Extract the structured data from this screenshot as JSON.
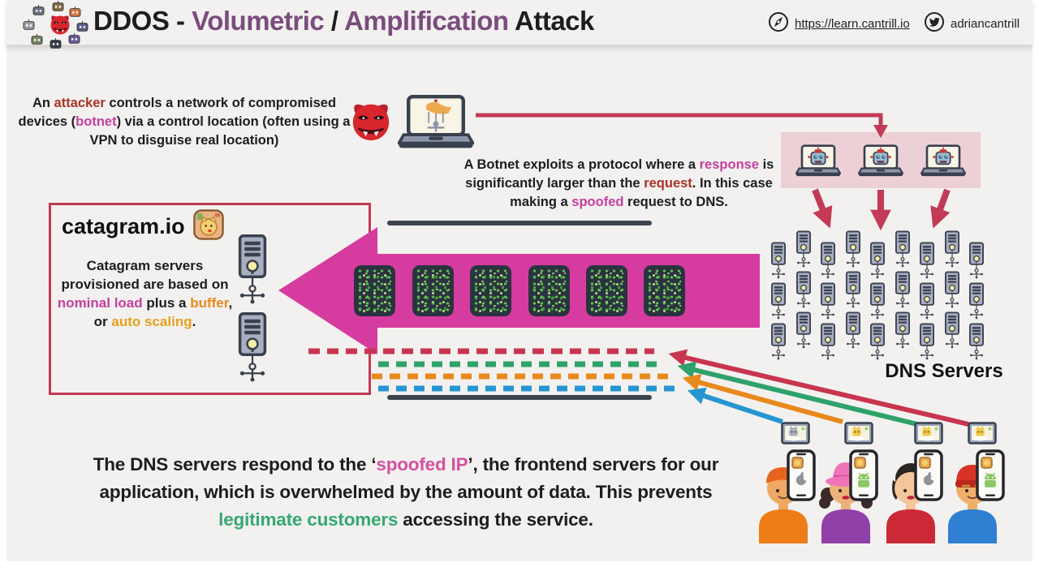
{
  "colors": {
    "slide_bg": "#f2f1ef",
    "ink": "#1d1d1f",
    "purple": "#7b4c7e",
    "crimson": "#c23a55",
    "pink": "#d63c9f",
    "pink_text": "#c43fa0",
    "red_text": "#a93226",
    "orange_text": "#e8891d",
    "green_text": "#35a873",
    "dash_red": "#c8354f",
    "dash_green": "#2ea269",
    "dash_orange": "#e8891d",
    "dash_blue": "#2596d1",
    "dark_bar": "#3d4450",
    "botnet_box": "#ecd0d6",
    "packet_bg": "#2b3240"
  },
  "header": {
    "title_segments": [
      {
        "text": "DDOS - ",
        "color": "#1d1d1f"
      },
      {
        "text": "Volumetric",
        "color": "#7b4c7e"
      },
      {
        "text": " / ",
        "color": "#1d1d1f"
      },
      {
        "text": "Amplification",
        "color": "#7b4c7e"
      },
      {
        "text": " Attack",
        "color": "#1d1d1f"
      }
    ],
    "site_link": "https://learn.cantrill.io",
    "twitter_handle": "adriancantrill",
    "icon_cluster": {
      "center": "devil-icon",
      "satellite_robot_icons": 8
    }
  },
  "notes": {
    "attacker": [
      {
        "text": "An "
      },
      {
        "text": "attacker",
        "color": "#a93226"
      },
      {
        "text": " controls a network of compromised devices ("
      },
      {
        "text": "botnet",
        "color": "#c43fa0"
      },
      {
        "text": ") via a control location (often using a VPN to disguise real location)"
      }
    ],
    "botnet": [
      {
        "text": "A Botnet exploits a protocol where a "
      },
      {
        "text": "response",
        "color": "#c43fa0"
      },
      {
        "text": " is significantly larger than the "
      },
      {
        "text": "request",
        "color": "#a93226"
      },
      {
        "text": ". In this case making a "
      },
      {
        "text": "spoofed",
        "color": "#c43fa0"
      },
      {
        "text": " request to DNS."
      }
    ],
    "catagram": [
      {
        "text": "Catagram servers provisioned are based on "
      },
      {
        "text": "nominal load",
        "color": "#c43fa0"
      },
      {
        "text": " plus a "
      },
      {
        "text": "buffer",
        "color": "#e8891d"
      },
      {
        "text": ", or "
      },
      {
        "text": "auto scaling",
        "color": "#e8a01d"
      },
      {
        "text": "."
      }
    ],
    "conclusion": [
      {
        "text": "The DNS servers respond to the ‘"
      },
      {
        "text": "spoofed IP",
        "color": "#d6519f"
      },
      {
        "text": "’, the frontend servers for our application, which is overwhelmed by the amount of data. This prevents "
      },
      {
        "text": "legitimate customers",
        "color": "#35a873"
      },
      {
        "text": " accessing the service."
      }
    ]
  },
  "labels": {
    "catagram_title": "catagram.io",
    "dns_servers": "DNS Servers"
  },
  "diagram": {
    "dns_grid": {
      "columns": 9,
      "rows": 3
    },
    "packet_blocks": 6,
    "botnet_laptops": 3,
    "frontend_servers": 2,
    "customer_screens": [
      {
        "cat": "#aab0bd"
      },
      {
        "cat": "#f2c94c"
      },
      {
        "cat": "#f2c94c"
      },
      {
        "cat": "#f2c94c"
      }
    ],
    "customers": [
      {
        "skin": "#f0a964",
        "shirt": "#ee7d18",
        "hat": "cap",
        "hat_color": "#e8641d",
        "phone_os": "apple"
      },
      {
        "skin": "#edb27c",
        "shirt": "#9040a8",
        "hat": "sunhat",
        "hat_color": "#ef74b8",
        "hair": "#3a2a28",
        "lips": "#c22233",
        "phone_os": "android"
      },
      {
        "skin": "#f3c79a",
        "shirt": "#cc2936",
        "hat": "bob",
        "hair": "#2b2523",
        "lips": "#c22233",
        "phone_os": "apple"
      },
      {
        "skin": "#f0b06a",
        "shirt": "#2f7fd3",
        "hat": "beanie",
        "hat_color": "#d93327",
        "phone_os": "android"
      }
    ]
  }
}
